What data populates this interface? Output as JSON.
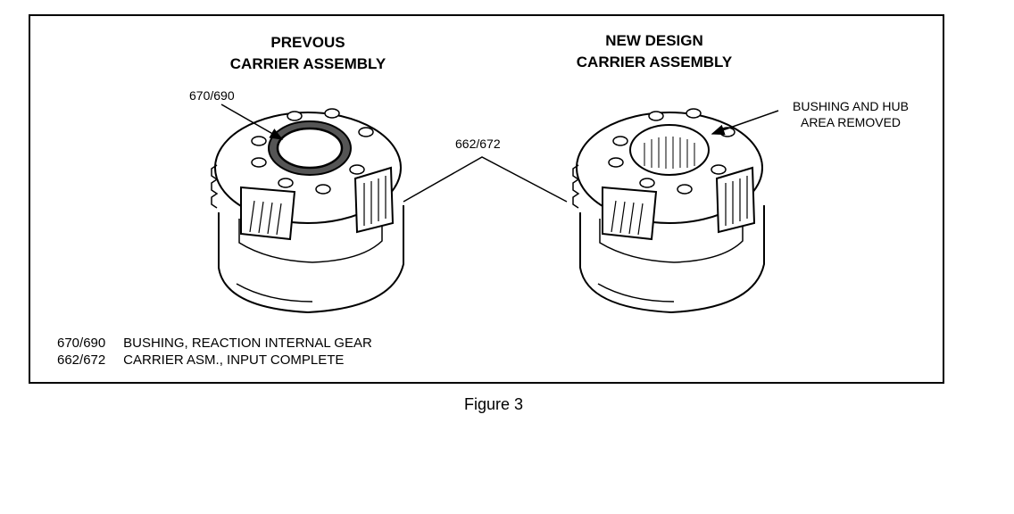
{
  "left_title": [
    "PREVOUS",
    "CARRIER ASSEMBLY"
  ],
  "right_title": [
    "NEW DESIGN",
    "CARRIER ASSEMBLY"
  ],
  "callouts": {
    "bushing_code": "670/690",
    "carrier_code": "662/672",
    "removed_note": [
      "BUSHING AND HUB",
      "AREA REMOVED"
    ]
  },
  "legend": [
    {
      "code": "670/690",
      "text": "BUSHING, REACTION INTERNAL GEAR"
    },
    {
      "code": "662/672",
      "text": "CARRIER ASM., INPUT COMPLETE"
    }
  ],
  "caption": "Figure 3"
}
